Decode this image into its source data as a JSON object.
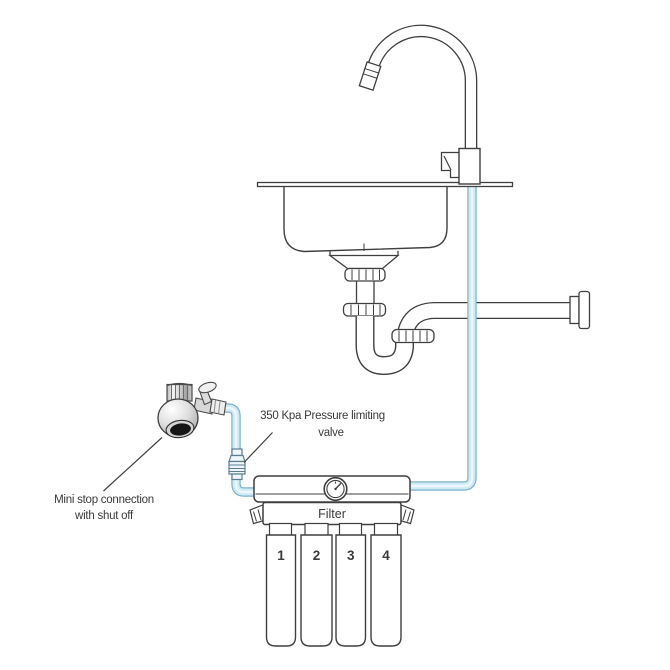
{
  "diagram": {
    "description": "Under-sink four stage water filter installation diagram",
    "labels": {
      "pressure_valve": {
        "line1": "350 Kpa Pressure limiting",
        "line2": "valve"
      },
      "mini_stop": {
        "line1": "Mini stop connection",
        "line2": "with shut off"
      },
      "filter_plate": "Filter",
      "cartridges": [
        "1",
        "2",
        "3",
        "4"
      ]
    },
    "colors": {
      "line": "#3f3f3f",
      "text": "#3a3a3a",
      "background": "#ffffff",
      "tube_outline": "#7cb0c9",
      "tube_fill": "#cfe9f5",
      "tube_highlight": "#ecf7fc"
    }
  }
}
